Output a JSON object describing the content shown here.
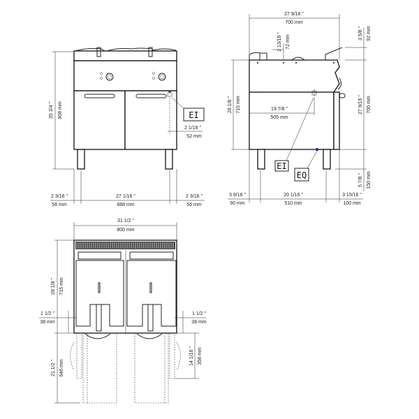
{
  "front_view": {
    "height_in": "35 3/4 \"",
    "height_mm": "908 mm",
    "left_in": "2 3/16 \"",
    "left_mm": "56 mm",
    "width_in": "27 1/16 \"",
    "width_mm": "688 mm",
    "right_in": "2 3/16 \"",
    "right_mm": "56 mm",
    "ei_offset_in": "2 1/16 \"",
    "ei_offset_mm": "52 mm",
    "ei_label": "EI"
  },
  "side_view": {
    "depth_in": "27 9/16 \"",
    "depth_mm": "700 mm",
    "top_in": "2 13/16 \"",
    "top_mm": "72 mm",
    "handle_in": "3 5/8 \"",
    "handle_mm": "92 mm",
    "body_height_in": "28 1/8 \"",
    "body_height_mm": "715 mm",
    "right_height_in": "27 9/16 \"",
    "right_height_mm": "700 mm",
    "ei_depth_in": "19 7/8 \"",
    "ei_depth_mm": "505 mm",
    "legs_in": "5 7/8 \"",
    "legs_mm": "150 mm",
    "left_in": "3 9/16 \"",
    "left_mm": "90 mm",
    "legs_span_in": "20 1/16 \"",
    "legs_span_mm": "510 mm",
    "right_in": "3 15/16 \"",
    "right_mm": "100 mm",
    "ei_label": "EI",
    "eq_label": "EQ",
    "eq_color": "#1a1aa0"
  },
  "top_view": {
    "width_in": "31 1/2 \"",
    "width_mm": "800 mm",
    "depth_in": "28 1/8 \"",
    "depth_mm": "715 mm",
    "left_in": "1 1/2 \"",
    "left_mm": "38 mm",
    "right_in": "1 1/2 \"",
    "right_mm": "38 mm",
    "door_in": "21 1/2 \"",
    "door_mm": "546 mm",
    "basket_in": "14 1/16 \"",
    "basket_mm": "358 mm"
  }
}
